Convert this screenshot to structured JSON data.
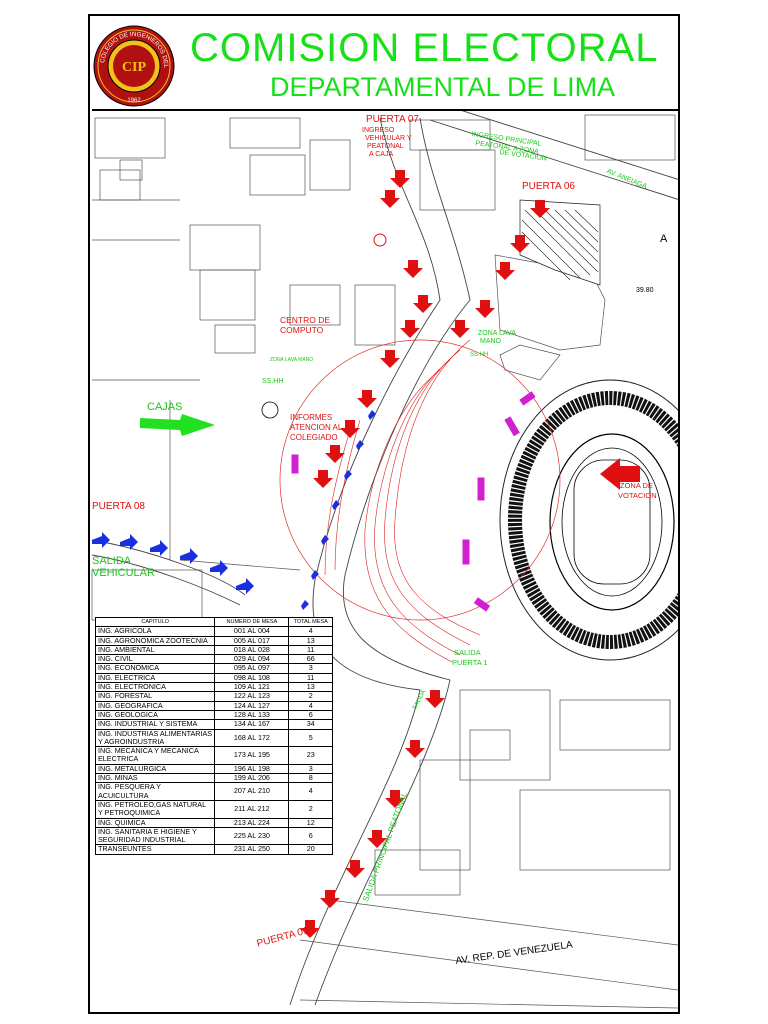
{
  "header": {
    "title": "COMISION ELECTORAL",
    "subtitle": "DEPARTAMENTAL DE LIMA",
    "seal_text": "COLEGIO DE INGENIEROS DEL PERU",
    "seal_year": "1962",
    "seal_monogram": "CIP"
  },
  "labels": {
    "puerta07": "PUERTA 07",
    "puerta06": "PUERTA 06",
    "puerta08": "PUERTA 08",
    "puerta01": "PUERTA 01",
    "salida_puerta_1_a": "SALIDA",
    "salida_puerta_1_b": "PUERTA 1",
    "ingreso_veh_1": "INGRESO",
    "ingreso_veh_2": "VEHICULAR Y",
    "ingreso_veh_3": "PEATONAL",
    "ingreso_veh_4": "A CAJA",
    "ingreso_prin_1": "INGRESO PRINCIPAL",
    "ingreso_prin_2": "PEATONAL A ZONA",
    "ingreso_prin_3": "DE VOTACION",
    "av_aneiaga": "AV. ANEIAGA",
    "centro_1": "CENTRO DE",
    "centro_2": "COMPUTO",
    "zona_lava_1": "ZONA LAVA",
    "zona_lava_2": "MANO",
    "sshh_1": "SS.HH",
    "sshh_2": "SS.HH",
    "zona_lava_small": "ZONA LAVA MANO",
    "cajas": "CAJAS",
    "informes_1": "INFORMES",
    "informes_2": "ATENCION AL",
    "informes_3": "COLEGIADO",
    "zona_vot_1": "ZONA DE",
    "zona_vot_2": "VOTACION",
    "salida_veh_1": "SALIDA",
    "salida_veh_2": "VEHICULAR",
    "salida_peatonal": "SALIDA PRINCIPAL PEATONAL",
    "salida_small": "SALIDA",
    "av_venezuela": "AV. REP. DE VENEZUELA",
    "cota": "39.80",
    "letter_a": "A"
  },
  "table": {
    "headers": [
      "CAPITULO",
      "NUMERO DE MESA",
      "TOTAL MESA"
    ],
    "rows": [
      [
        "ING. AGRICOLA",
        "001 AL 004",
        "4"
      ],
      [
        "ING. AGRONOMICA ZOOTECNIA",
        "005 AL 017",
        "13"
      ],
      [
        "ING. AMBIENTAL",
        "018 AL 028",
        "11"
      ],
      [
        "ING. CIVIL",
        "029 AL 094",
        "66"
      ],
      [
        "ING. ECONOMICA",
        "095 AL 097",
        "3"
      ],
      [
        "ING. ELECTRICA",
        "098 AL 108",
        "11"
      ],
      [
        "ING. ELECTRONICA",
        "109 AL 121",
        "13"
      ],
      [
        "ING. FORESTAL",
        "122 AL 123",
        "2"
      ],
      [
        "ING. GEOGRAFICA",
        "124 AL 127",
        "4"
      ],
      [
        "ING. GEOLOGICA",
        "128 AL 133",
        "6"
      ],
      [
        "ING. INDUSTRIAL Y SISTEMA",
        "134 AL 167",
        "34"
      ],
      [
        "ING. INDUSTRIAS ALIMENTARIAS Y AGROINDUSTRIA",
        "168 AL 172",
        "5"
      ],
      [
        "ING. MECANICA Y MECANICA ELECTRICA",
        "173 AL 195",
        "23"
      ],
      [
        "ING. METALURGICA",
        "196 AL 198",
        "3"
      ],
      [
        "ING. MINAS",
        "199 AL 206",
        "8"
      ],
      [
        "ING. PESQUERA Y ACUICULTURA",
        "207 AL 210",
        "4"
      ],
      [
        "ING. PETROLEO,GAS NATURAL Y PETROQUIMICA",
        "211 AL 212",
        "2"
      ],
      [
        "ING. QUIMICA",
        "213 AL 224",
        "12"
      ],
      [
        "ING. SANITARIA E HIGIENE Y SEGURIDAD INDUSTRIAL",
        "225 AL 230",
        "6"
      ],
      [
        "TRANSEUNTES",
        "231 AL 250",
        "20"
      ]
    ]
  }
}
